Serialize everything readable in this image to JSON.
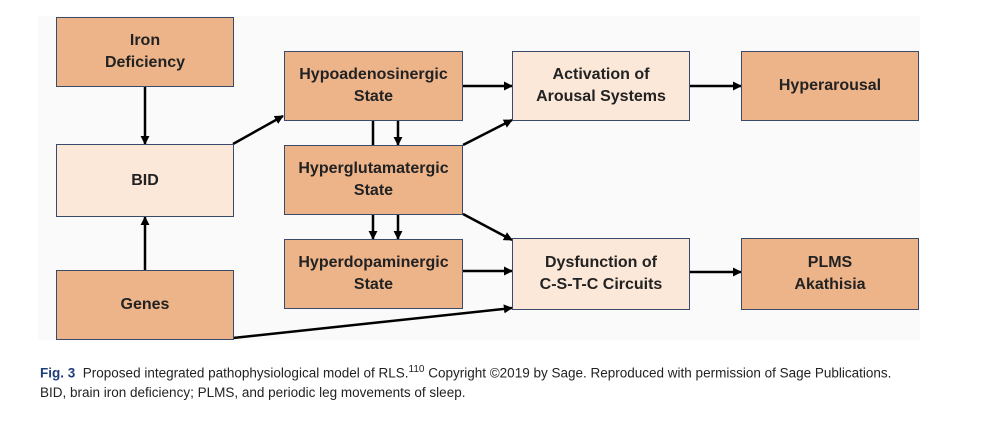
{
  "diagram": {
    "boxes": {
      "iron_deficiency": "Iron\nDeficiency",
      "bid": "BID",
      "genes": "Genes",
      "hypoadenosinergic": "Hypoadenosinergic\nState",
      "hyperglutamatergic": "Hyperglutamatergic\nState",
      "hyperdopaminergic": "Hyperdopaminergic\nState",
      "activation": "Activation of\nArousal Systems",
      "dysfunction": "Dysfunction of\nC-S-T-C Circuits",
      "hyperarousal": "Hyperarousal",
      "plms": "PLMS\nAkathisia"
    },
    "colors": {
      "dark_fill": "#edb48a",
      "light_fill": "#fbe8d8",
      "border": "#3a4a6b",
      "arrow": "#000000",
      "caption_label": "#1f3d7a"
    }
  },
  "caption": {
    "label": "Fig. 3",
    "text_part1": "Proposed integrated pathophysiological model of RLS.",
    "ref": "110",
    "text_part2": " Copyright ©2019 by Sage. Reproduced with permission of Sage Publications.",
    "line2": "BID, brain iron deficiency; PLMS, and periodic leg movements of sleep."
  }
}
